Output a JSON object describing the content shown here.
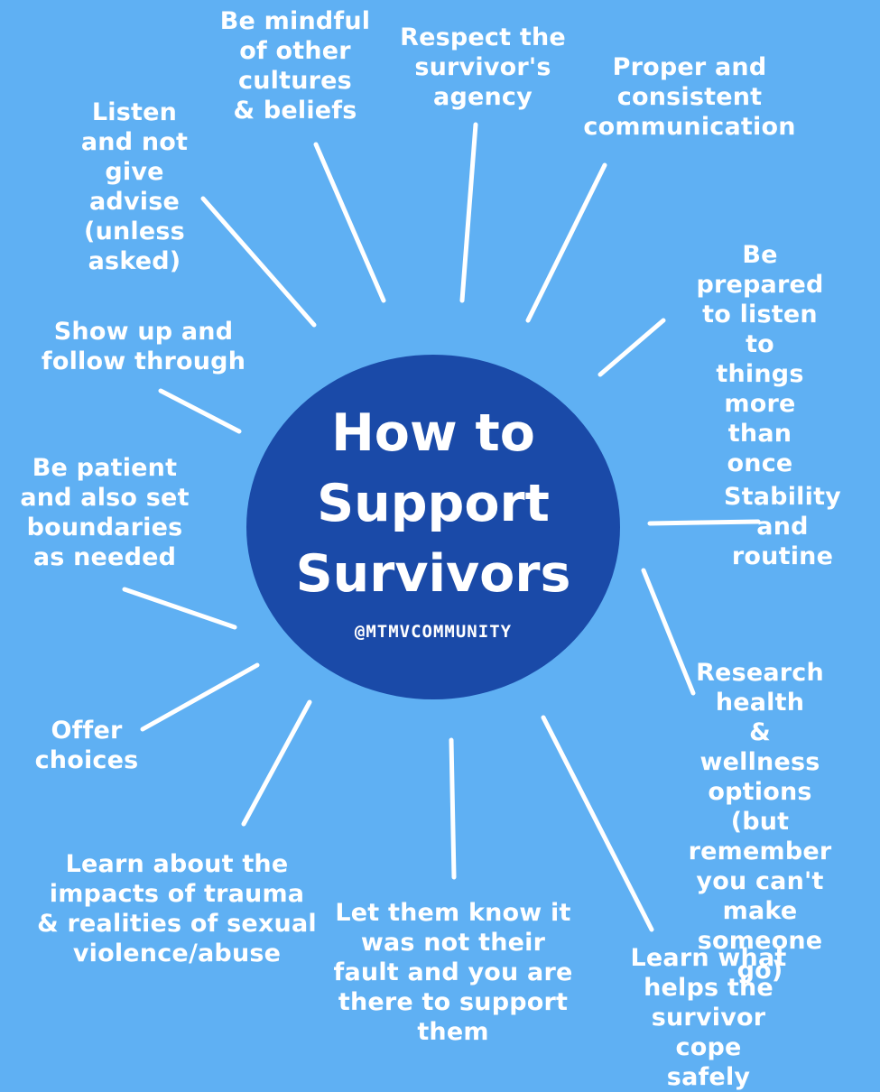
{
  "title": "How to\nSupport\nSurvivors",
  "handle": "@MTMVCOMMUNITY",
  "colors": {
    "background": "#5fb0f3",
    "circle": "#1a4aa8",
    "text": "#ffffff",
    "rays": "#ffffff"
  },
  "tips": [
    "Be mindful\nof other\ncultures\n& beliefs",
    "Respect the\nsurvivor's\nagency",
    "Proper and\nconsistent\ncommunication",
    "Listen\nand not\ngive\nadvise\n(unless\nasked)",
    "Be prepared\nto listen to\nthings more\nthan once",
    "Show up and\nfollow through",
    "Be patient\nand also set\nboundaries\nas needed",
    "Stability\nand\nroutine",
    "Research\nhealth\n& wellness\noptions (but\nremember\nyou can't make\nsomeone go)",
    "Offer\nchoices",
    "Learn about the\nimpacts of trauma\n& realities of sexual\nviolence/abuse",
    "Let them know it\nwas not their\nfault and you are\nthere to support\nthem",
    "Learn what\nhelps the\nsurvivor cope\nsafely"
  ]
}
